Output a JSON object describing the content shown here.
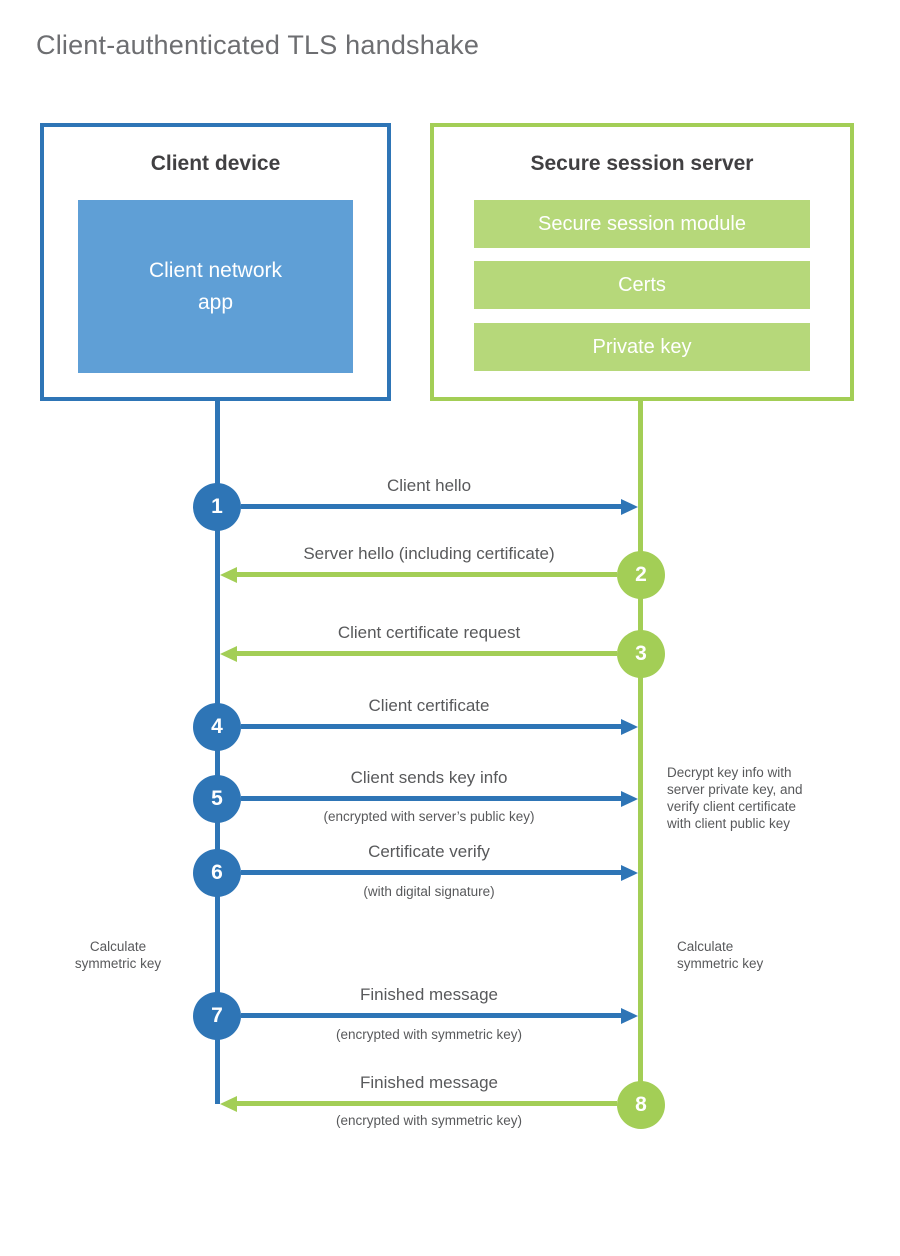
{
  "title": "Client-authenticated TLS handshake",
  "colors": {
    "blue": "#2e75b6",
    "blue_fill": "#5f9fd6",
    "green": "#a3ce56",
    "green_fill": "#b6d87a",
    "text_dark": "#414042",
    "text_gray": "#58595b",
    "title_gray": "#6d6e71"
  },
  "client": {
    "title": "Client device",
    "app_lines": [
      "Client network",
      "app"
    ]
  },
  "server": {
    "title": "Secure session server",
    "modules": [
      "Secure session module",
      "Certs",
      "Private key"
    ]
  },
  "messages": [
    {
      "num": "1",
      "label": "Client hello",
      "sublabel": "",
      "direction": "right"
    },
    {
      "num": "2",
      "label": "Server hello (including certificate)",
      "sublabel": "",
      "direction": "left"
    },
    {
      "num": "3",
      "label": "Client certificate request",
      "sublabel": "",
      "direction": "left"
    },
    {
      "num": "4",
      "label": "Client certificate",
      "sublabel": "",
      "direction": "right"
    },
    {
      "num": "5",
      "label": "Client sends key info",
      "sublabel": "(encrypted with server’s public key)",
      "direction": "right"
    },
    {
      "num": "6",
      "label": "Certificate verify",
      "sublabel": "(with digital signature)",
      "direction": "right"
    },
    {
      "num": "7",
      "label": "Finished message",
      "sublabel": "(encrypted with symmetric key)",
      "direction": "right"
    },
    {
      "num": "8",
      "label": "Finished message",
      "sublabel": "(encrypted with symmetric key)",
      "direction": "left"
    }
  ],
  "annotations": {
    "decrypt_note": {
      "lines": [
        "Decrypt key info with",
        "server private key, and",
        "verify client certificate",
        "with client public key"
      ]
    },
    "calc_left": {
      "lines": [
        "Calculate",
        "symmetric key"
      ]
    },
    "calc_right": {
      "lines": [
        "Calculate",
        "symmetric key"
      ]
    }
  }
}
